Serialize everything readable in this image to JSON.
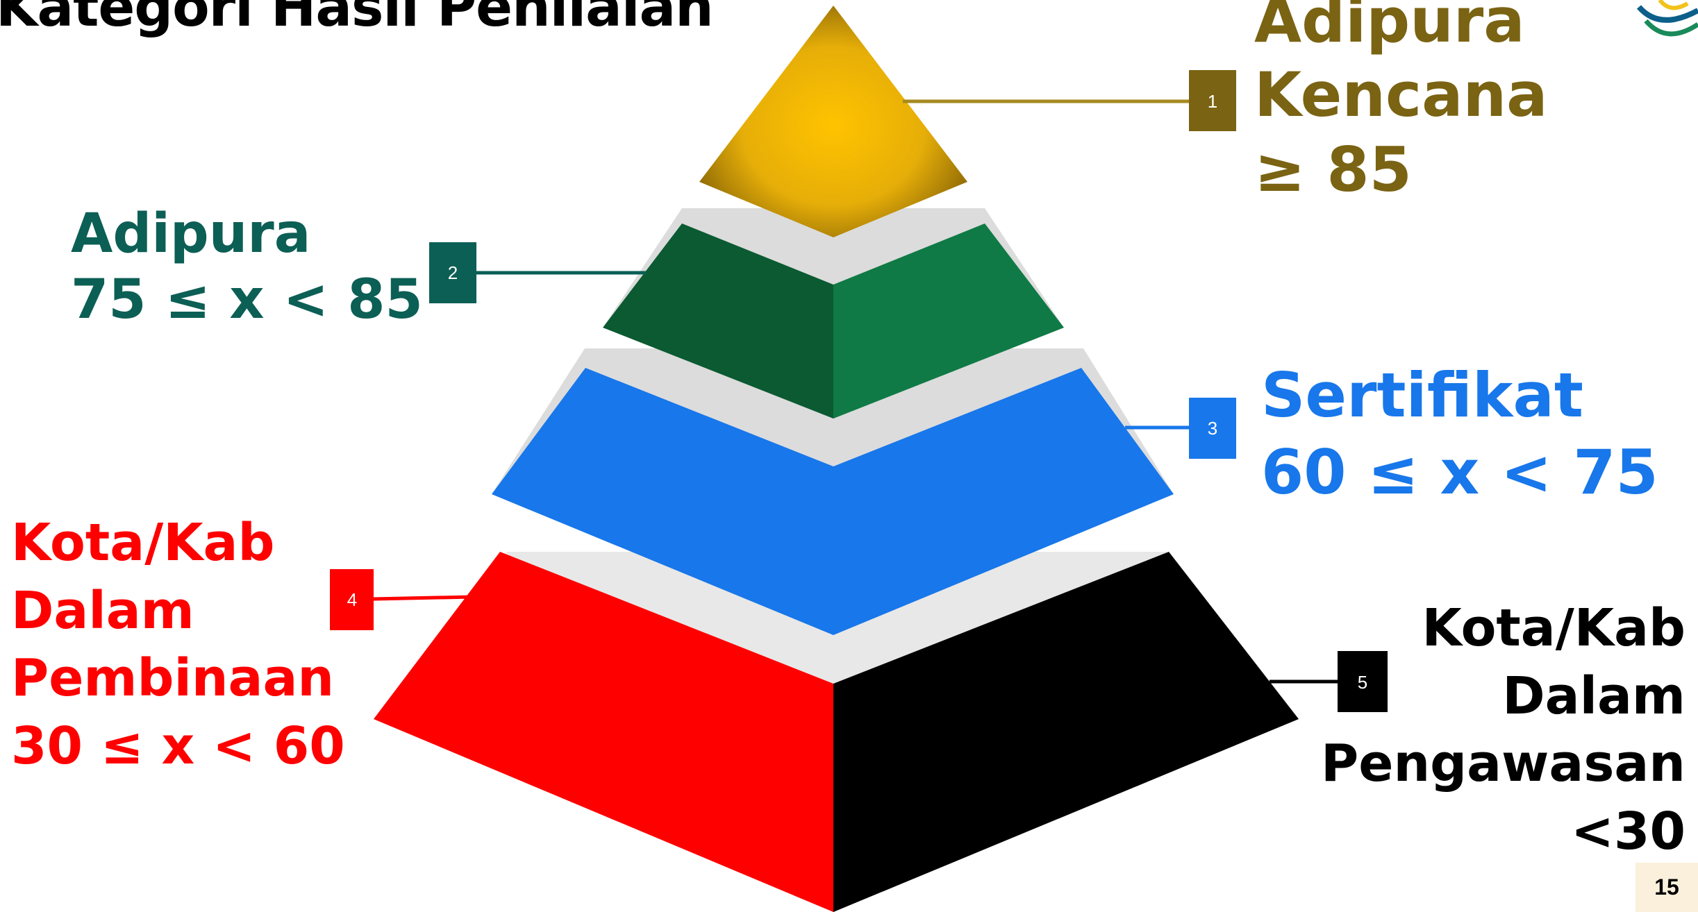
{
  "title": "Kategori Hasil Penilaian",
  "page_number": "15",
  "colors": {
    "gold": "#d4a817",
    "gold_text": "#7a6313",
    "green_dark": "#0b5a32",
    "green_light": "#0f7a45",
    "green_text": "#0c5f55",
    "blue": "#1877ea",
    "red": "#ff0000",
    "black": "#000000",
    "step": "#dcdcdc"
  },
  "categories": [
    {
      "number": "1",
      "lines": [
        "Adipura",
        "Kencana",
        "≥ 85"
      ]
    },
    {
      "number": "2",
      "lines": [
        "Adipura",
        "75 ≤ x < 85"
      ]
    },
    {
      "number": "3",
      "lines": [
        "Sertifikat",
        "60 ≤ x < 75"
      ]
    },
    {
      "number": "4",
      "lines": [
        "Kota/Kab",
        "Dalam",
        "Pembinaan",
        "30 ≤ x < 60"
      ]
    },
    {
      "number": "5",
      "lines": [
        "Kota/Kab",
        "Dalam",
        "Pengawasan",
        "<30"
      ]
    }
  ]
}
